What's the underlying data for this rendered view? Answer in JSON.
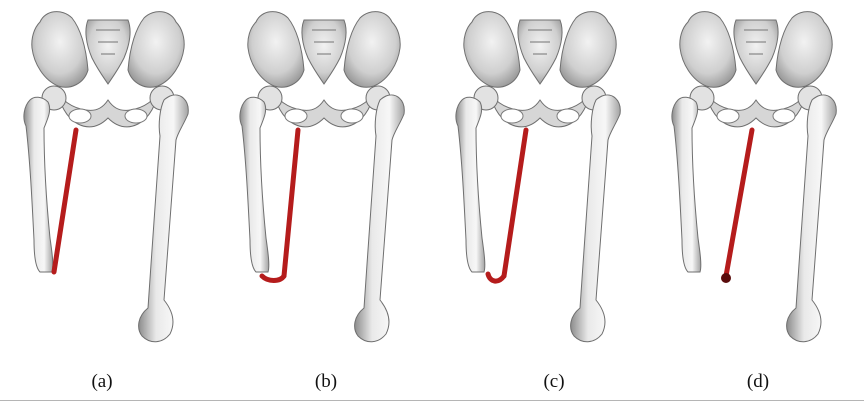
{
  "figure": {
    "panels": [
      {
        "label": "(a)",
        "muscle_endpoint": "knob-none"
      },
      {
        "label": "(b)",
        "muscle_endpoint": "hook"
      },
      {
        "label": "(c)",
        "muscle_endpoint": "hook"
      },
      {
        "label": "(d)",
        "muscle_endpoint": "dot"
      }
    ],
    "colors": {
      "bone_light": "#f4f4f4",
      "bone_mid": "#c8c8c8",
      "bone_dark": "#7a7a7a",
      "muscle": "#b51c1c"
    }
  }
}
